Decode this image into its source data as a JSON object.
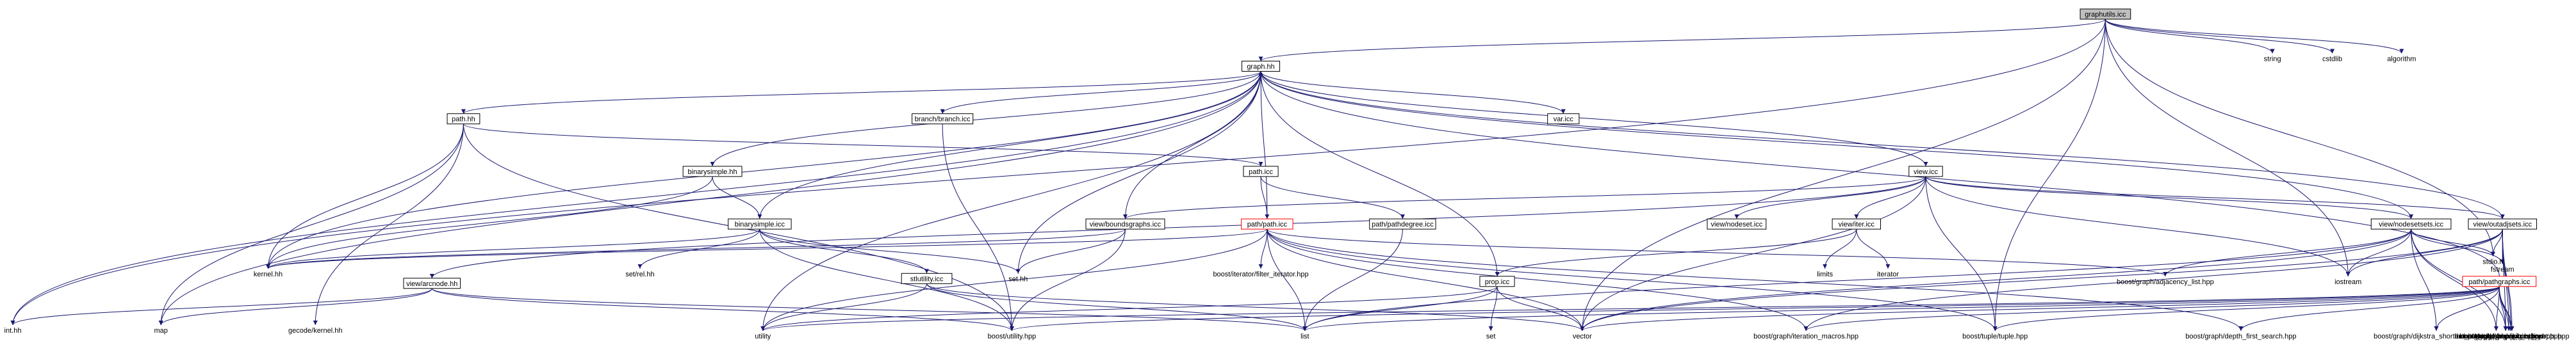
{
  "graph": {
    "root": "graphutils.icc",
    "nodes": {
      "graphutils_icc": {
        "label": "graphutils.icc",
        "style": "root"
      },
      "string": {
        "label": "string",
        "style": "plain"
      },
      "cstdlib": {
        "label": "cstdlib",
        "style": "plain"
      },
      "algorithm": {
        "label": "algorithm",
        "style": "plain"
      },
      "graph_hh": {
        "label": "graph.hh",
        "style": "box"
      },
      "path_hh": {
        "label": "path.hh",
        "style": "box"
      },
      "branch_icc": {
        "label": "branch/branch.icc",
        "style": "box"
      },
      "var_icc": {
        "label": "var.icc",
        "style": "box"
      },
      "binarysimple_hh": {
        "label": "binarysimple.hh",
        "style": "box"
      },
      "path_icc": {
        "label": "path.icc",
        "style": "box"
      },
      "view_icc": {
        "label": "view.icc",
        "style": "box"
      },
      "binarysimple_icc": {
        "label": "binarysimple.icc",
        "style": "box"
      },
      "view_boundsgraphs": {
        "label": "view/boundsgraphs.icc",
        "style": "box"
      },
      "path_path_icc": {
        "label": "path/path.icc",
        "style": "red"
      },
      "path_pathdegree": {
        "label": "path/pathdegree.icc",
        "style": "box"
      },
      "view_nodeset": {
        "label": "view/nodeset.icc",
        "style": "box"
      },
      "view_iter": {
        "label": "view/iter.icc",
        "style": "box"
      },
      "view_nodesetsets": {
        "label": "view/nodesetsets.icc",
        "style": "box"
      },
      "view_outadjsets": {
        "label": "view/outadjsets.icc",
        "style": "box"
      },
      "kernel_hh": {
        "label": "kernel.hh",
        "style": "plain"
      },
      "setrel_hh": {
        "label": "set/rel.hh",
        "style": "plain"
      },
      "stlutility": {
        "label": "stlutility.icc",
        "style": "box"
      },
      "set_hh": {
        "label": "set.hh",
        "style": "plain"
      },
      "view_arcnode": {
        "label": "view/arcnode.hh",
        "style": "box"
      },
      "boost_filter_iter": {
        "label": "boost/iterator/filter_iterator.hpp",
        "style": "plain"
      },
      "limits": {
        "label": "limits",
        "style": "plain"
      },
      "iterator": {
        "label": "iterator",
        "style": "plain"
      },
      "boost_adjlist": {
        "label": "boost/graph/adjacency_list.hpp",
        "style": "plain"
      },
      "iostream": {
        "label": "iostream",
        "style": "plain"
      },
      "path_pathgraphs": {
        "label": "path/pathgraphs.icc",
        "style": "red"
      },
      "stdio_h": {
        "label": "stdio.h",
        "style": "plain"
      },
      "fstream": {
        "label": "fstream",
        "style": "plain"
      },
      "prop_icc": {
        "label": "prop.icc",
        "style": "box"
      },
      "int_hh": {
        "label": "int.hh",
        "style": "plain"
      },
      "map": {
        "label": "map",
        "style": "plain"
      },
      "gecode_kernel": {
        "label": "gecode/kernel.hh",
        "style": "plain"
      },
      "utility": {
        "label": "utility",
        "style": "plain"
      },
      "boost_utility": {
        "label": "boost/utility.hpp",
        "style": "plain"
      },
      "list": {
        "label": "list",
        "style": "plain"
      },
      "set": {
        "label": "set",
        "style": "plain"
      },
      "vector": {
        "label": "vector",
        "style": "plain"
      },
      "boost_iter_macros": {
        "label": "boost/graph/iteration_macros.hpp",
        "style": "plain"
      },
      "boost_tuple": {
        "label": "boost/tuple/tuple.hpp",
        "style": "plain"
      },
      "boost_dfs": {
        "label": "boost/graph/depth_first_search.hpp",
        "style": "plain"
      },
      "boost_dijkstra": {
        "label": "boost/graph/dijkstra_shortest_paths.hpp",
        "style": "plain"
      },
      "boost_graphviz": {
        "label": "boost/graph/graphviz.hpp",
        "style": "plain"
      },
      "boost_visitors": {
        "label": "boost/graph/visitors.hpp",
        "style": "plain"
      },
      "boost_graph_utility": {
        "label": "boost/graph/graph_utility.hpp",
        "style": "plain"
      },
      "boost_topo": {
        "label": "boost/graph/topological_sort.hpp",
        "style": "plain"
      },
      "boost_strong": {
        "label": "boost/graph/strong_components.hpp",
        "style": "plain"
      }
    },
    "edges": [
      [
        "graphutils_icc",
        "graph_hh"
      ],
      [
        "graphutils_icc",
        "string"
      ],
      [
        "graphutils_icc",
        "cstdlib"
      ],
      [
        "graphutils_icc",
        "algorithm"
      ],
      [
        "graphutils_icc",
        "int_hh"
      ],
      [
        "graphutils_icc",
        "vector"
      ],
      [
        "graphutils_icc",
        "boost_tuple"
      ],
      [
        "graphutils_icc",
        "stdio_h"
      ],
      [
        "graphutils_icc",
        "iostream"
      ],
      [
        "graph_hh",
        "path_hh"
      ],
      [
        "graph_hh",
        "branch_icc"
      ],
      [
        "graph_hh",
        "var_icc"
      ],
      [
        "graph_hh",
        "view_icc"
      ],
      [
        "graph_hh",
        "binarysimple_hh"
      ],
      [
        "graph_hh",
        "int_hh"
      ],
      [
        "graph_hh",
        "map"
      ],
      [
        "graph_hh",
        "set_hh"
      ],
      [
        "graph_hh",
        "kernel_hh"
      ],
      [
        "graph_hh",
        "utility"
      ],
      [
        "path_hh",
        "path_icc"
      ],
      [
        "path_hh",
        "kernel_hh"
      ],
      [
        "path_hh",
        "map"
      ],
      [
        "path_hh",
        "boost_utility"
      ],
      [
        "path_hh",
        "gecode_kernel"
      ],
      [
        "branch_icc",
        "boost_utility"
      ],
      [
        "binarysimple_hh",
        "binarysimple_icc"
      ],
      [
        "binarysimple_hh",
        "kernel_hh"
      ],
      [
        "path_icc",
        "path_path_icc"
      ],
      [
        "path_icc",
        "path_pathdegree"
      ],
      [
        "view_icc",
        "view_boundsgraphs"
      ],
      [
        "view_icc",
        "view_nodeset"
      ],
      [
        "view_icc",
        "view_iter"
      ],
      [
        "view_icc",
        "view_nodesetsets"
      ],
      [
        "view_icc",
        "view_outadjsets"
      ],
      [
        "view_icc",
        "view_arcnode"
      ],
      [
        "view_icc",
        "boost_tuple"
      ],
      [
        "view_icc",
        "vector"
      ],
      [
        "view_icc",
        "iostream"
      ],
      [
        "binarysimple_icc",
        "setrel_hh"
      ],
      [
        "binarysimple_icc",
        "stlutility"
      ],
      [
        "binarysimple_icc",
        "set_hh"
      ],
      [
        "binarysimple_icc",
        "kernel_hh"
      ],
      [
        "binarysimple_icc",
        "boost_utility"
      ],
      [
        "view_boundsgraphs",
        "set_hh"
      ],
      [
        "view_boundsgraphs",
        "kernel_hh"
      ],
      [
        "view_boundsgraphs",
        "boost_utility"
      ],
      [
        "path_path_icc",
        "boost_filter_iter"
      ],
      [
        "path_path_icc",
        "boost_adjlist"
      ],
      [
        "path_path_icc",
        "kernel_hh"
      ],
      [
        "path_path_icc",
        "vector"
      ],
      [
        "path_path_icc",
        "boost_iter_macros"
      ],
      [
        "path_path_icc",
        "boost_tuple"
      ],
      [
        "path_path_icc",
        "list"
      ],
      [
        "path_path_icc",
        "utility"
      ],
      [
        "path_path_icc",
        "boost_dfs"
      ],
      [
        "path_pathdegree",
        "list"
      ],
      [
        "view_iter",
        "limits"
      ],
      [
        "view_iter",
        "iterator"
      ],
      [
        "view_iter",
        "prop_icc"
      ],
      [
        "view_nodesetsets",
        "boost_adjlist"
      ],
      [
        "view_nodesetsets",
        "iostream"
      ],
      [
        "view_nodesetsets",
        "stdio_h"
      ],
      [
        "view_nodesetsets",
        "fstream"
      ],
      [
        "view_nodesetsets",
        "boost_visitors"
      ],
      [
        "view_nodesetsets",
        "boost_dijkstra"
      ],
      [
        "view_nodesetsets",
        "boost_graphviz"
      ],
      [
        "view_nodesetsets",
        "vector"
      ],
      [
        "view_nodesetsets",
        "list"
      ],
      [
        "view_outadjsets",
        "iostream"
      ],
      [
        "view_outadjsets",
        "stdio_h"
      ],
      [
        "view_outadjsets",
        "fstream"
      ],
      [
        "view_outadjsets",
        "boost_strong"
      ],
      [
        "view_outadjsets",
        "boost_topo"
      ],
      [
        "view_outadjsets",
        "boost_graph_utility"
      ],
      [
        "view_outadjsets",
        "boost_visitors"
      ],
      [
        "view_outadjsets",
        "boost_iter_macros"
      ],
      [
        "view_outadjsets",
        "vector"
      ],
      [
        "stlutility",
        "vector"
      ],
      [
        "stlutility",
        "list"
      ],
      [
        "stlutility",
        "utility"
      ],
      [
        "view_arcnode",
        "map"
      ],
      [
        "view_arcnode",
        "int_hh"
      ],
      [
        "view_arcnode",
        "list"
      ],
      [
        "view_arcnode",
        "boost_utility"
      ],
      [
        "prop_icc",
        "utility"
      ],
      [
        "prop_icc",
        "set"
      ],
      [
        "prop_icc",
        "list"
      ],
      [
        "prop_icc",
        "vector"
      ],
      [
        "prop_icc",
        "graph_hh"
      ],
      [
        "path_pathgraphs",
        "boost_dfs"
      ],
      [
        "path_pathgraphs",
        "boost_dijkstra"
      ],
      [
        "path_pathgraphs",
        "boost_graphviz"
      ],
      [
        "path_pathgraphs",
        "boost_visitors"
      ],
      [
        "path_pathgraphs",
        "boost_graph_utility"
      ],
      [
        "path_pathgraphs",
        "boost_topo"
      ],
      [
        "path_pathgraphs",
        "boost_strong"
      ],
      [
        "path_pathgraphs",
        "boost_iter_macros"
      ],
      [
        "path_pathgraphs",
        "boost_tuple"
      ],
      [
        "path_pathgraphs",
        "vector"
      ],
      [
        "path_pathgraphs",
        "list"
      ],
      [
        "path_pathgraphs",
        "utility"
      ],
      [
        "path_pathgraphs",
        "boost_utility"
      ],
      [
        "view_nodesetsets",
        "graph_hh"
      ],
      [
        "view_outadjsets",
        "graph_hh"
      ],
      [
        "path_pathgraphs",
        "graph_hh"
      ],
      [
        "view_boundsgraphs",
        "graph_hh"
      ],
      [
        "binarysimple_icc",
        "graph_hh"
      ],
      [
        "path_path_icc",
        "graph_hh"
      ]
    ]
  }
}
